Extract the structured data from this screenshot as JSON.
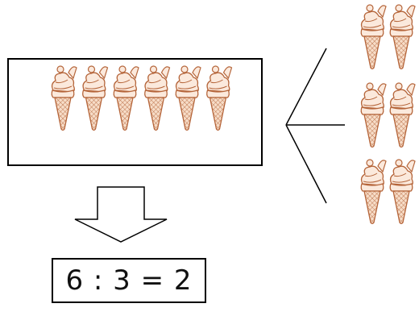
{
  "diagram": {
    "source_group": {
      "item_icon": "ice-cream-cone-icon",
      "count": 6
    },
    "groups": [
      {
        "item_icon": "ice-cream-cone-icon",
        "count": 2
      },
      {
        "item_icon": "ice-cream-cone-icon",
        "count": 2
      },
      {
        "item_icon": "ice-cream-cone-icon",
        "count": 2
      }
    ],
    "arrow_icon": "down-arrow-icon",
    "equation": "6 : 3 = 2"
  },
  "colors": {
    "outline": "#000000",
    "cone_stroke": "#b5653a",
    "cone_fill": "#f7ddc8",
    "cream_fill": "#fbe9dc",
    "background": "#ffffff"
  }
}
